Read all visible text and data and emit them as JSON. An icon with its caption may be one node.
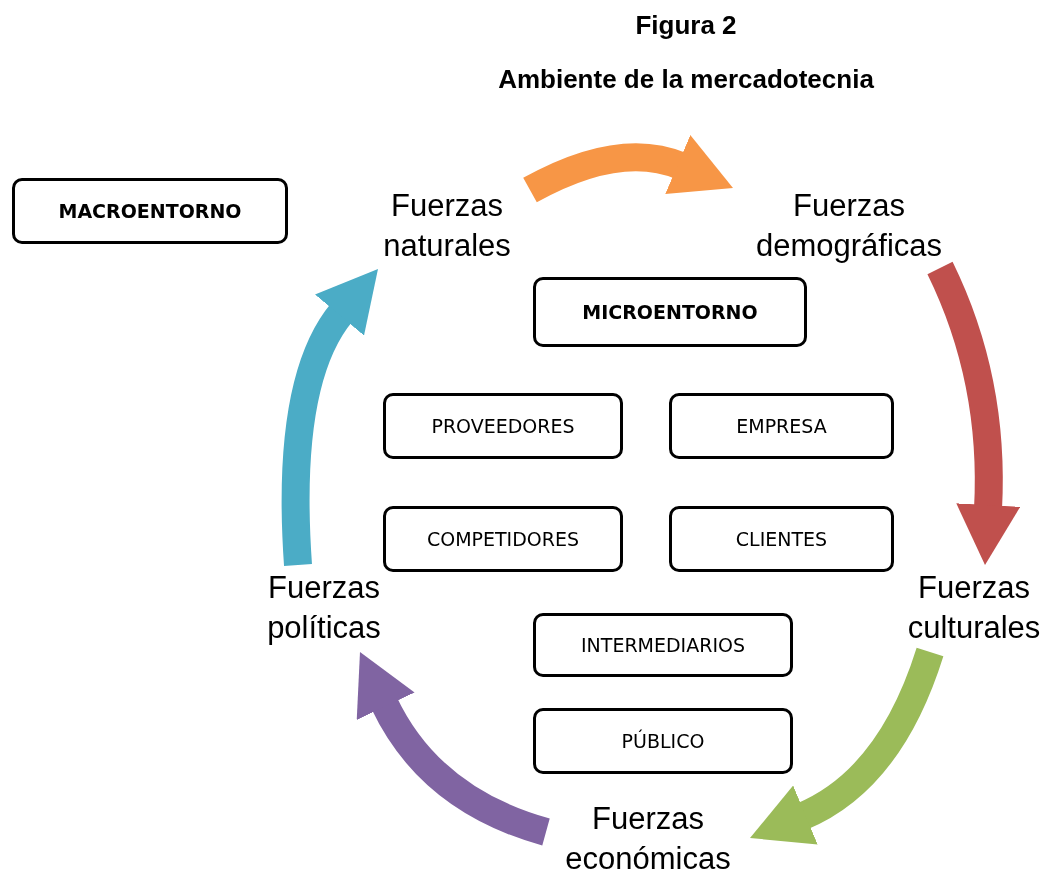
{
  "diagram": {
    "title": "Figura 2",
    "nodes": [
      {
        "text": [
          "MACROENTORNO"
        ]
      },
      {
        "text": [
          "Fuerzas naturales"
        ]
      },
      {
        "text": [
          "Fuerzas demográficas"
        ]
      },
      {
        "text": [
          "MICROENTORNO"
        ]
      },
      {
        "text": [
          "PROVEEDORES"
        ]
      },
      {
        "text": [
          "EMPRESA"
        ]
      },
      {
        "text": [
          "COMPETIDORES"
        ]
      },
      {
        "text": [
          "CLIENTES"
        ]
      },
      {
        "text": [
          "Fuerzas políticas"
        ]
      },
      {
        "text": [
          "Fuerzas culturales"
        ]
      },
      {
        "text": [
          "INTERMEDIARIOS"
        ]
      },
      {
        "text": [
          "PÚBLICO"
        ]
      },
      {
        "text": [
          "Fuerzas económicas"
        ]
      }
    ],
    "edges": [
      {
        "from": 1,
        "to": 2,
        "arrow": "to",
        "color": "#f79646"
      },
      {
        "from": 2,
        "to": 9,
        "arrow": "to",
        "color": "#c0504d"
      },
      {
        "from": 9,
        "to": 12,
        "arrow": "to",
        "color": "#9bbb59"
      },
      {
        "from": 12,
        "to": 8,
        "arrow": "to",
        "color": "#8064a2"
      },
      {
        "from": 8,
        "to": 1,
        "arrow": "to",
        "color": "#4bacc6"
      }
    ],
    "labels": [
      "Ambiente de la mercadotecnia"
    ]
  }
}
